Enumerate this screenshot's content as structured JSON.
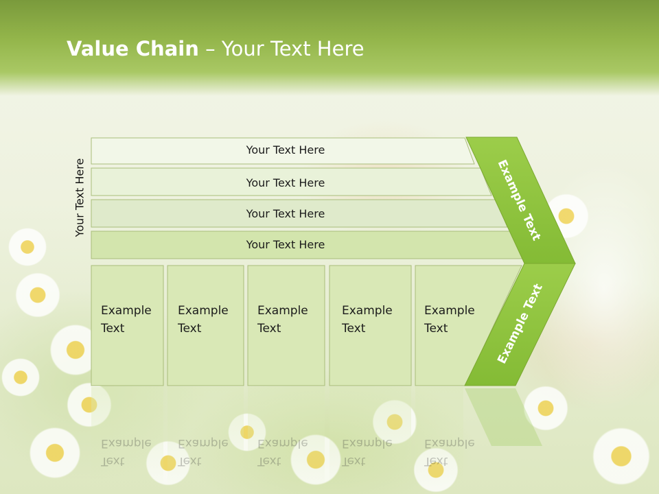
{
  "title": {
    "bold": "Value Chain",
    "rest": " – Your Text Here"
  },
  "side_label": "Your Text Here",
  "support_bars": [
    {
      "label": "Your Text Here"
    },
    {
      "label": "Your Text Here"
    },
    {
      "label": "Your Text Here"
    },
    {
      "label": "Your Text Here"
    }
  ],
  "primary_columns": [
    {
      "line1": "Example",
      "line2": "Text"
    },
    {
      "line1": "Example",
      "line2": "Text"
    },
    {
      "line1": "Example",
      "line2": "Text"
    },
    {
      "line1": "Example",
      "line2": "Text"
    },
    {
      "line1": "Example",
      "line2": "Text"
    }
  ],
  "arrow": {
    "upper_label": "Example Text",
    "lower_label": "Example Text"
  },
  "colors": {
    "header": "#93b54a",
    "arrow": "#8dc23f",
    "bar_1": "#f2f7e8",
    "bar_2": "#e9f2d9",
    "bar_3": "#dfeacb",
    "bar_4": "#d3e5ad",
    "column": "#d9e8b6"
  }
}
